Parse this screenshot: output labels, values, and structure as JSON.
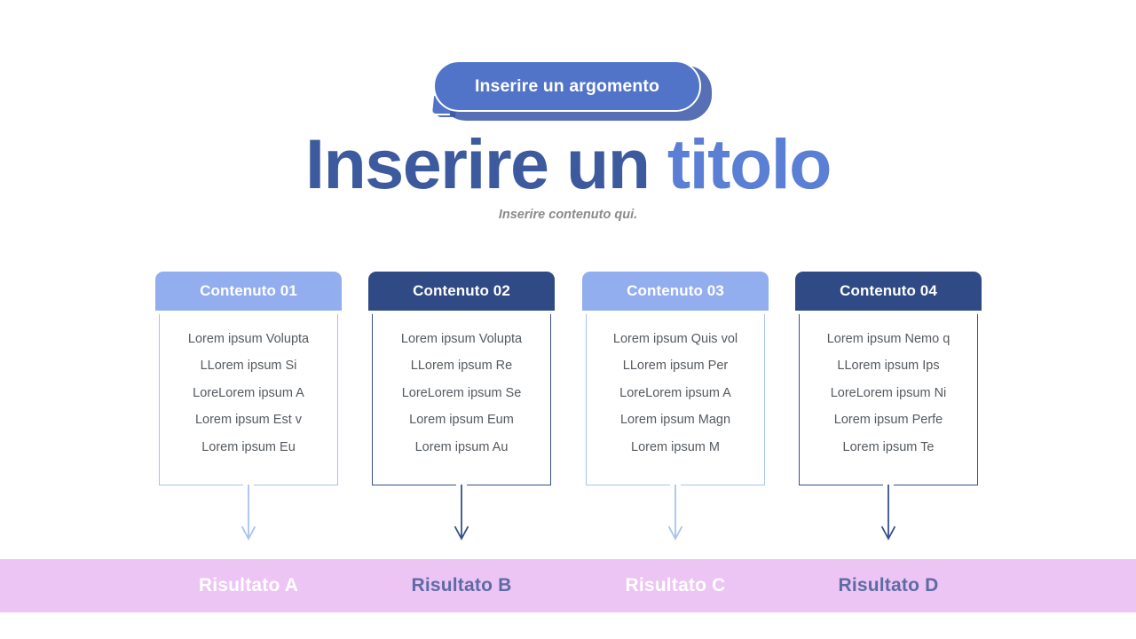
{
  "header": {
    "badge_label": "Inserire un argomento",
    "title_part1": "Inserire un ",
    "title_part2": "titolo",
    "subtitle": "Inserire contenuto qui."
  },
  "palette": {
    "badge_fill": "#5274c8",
    "badge_shadow": "#3a57a8",
    "title_dark": "#3d5a9e",
    "title_light": "#5a7fd4",
    "subtitle": "#8a8a8a",
    "head_light": "#93aeee",
    "head_dark": "#2f4a84",
    "border_light": "#a9c2ef",
    "border_dark": "#36508a",
    "arrow_light": "#a9c2ef",
    "arrow_dark": "#36508a",
    "results_bar": "#ecc5f4",
    "result_light_text": "#ffffff",
    "result_dark_text": "#5d6ba5",
    "body_text": "#555a5f"
  },
  "columns": [
    {
      "header": "Contenuto 01",
      "tone": "light",
      "lines": [
        "Lorem ipsum Volupta",
        "LLorem ipsum Si",
        "LoreLorem ipsum A",
        "Lorem ipsum Est v",
        "Lorem ipsum Eu"
      ],
      "result": "Risultato A",
      "result_tone": "light"
    },
    {
      "header": "Contenuto 02",
      "tone": "dark",
      "lines": [
        "Lorem ipsum Volupta",
        "LLorem ipsum Re",
        "LoreLorem ipsum Se",
        "Lorem ipsum Eum",
        "Lorem ipsum Au"
      ],
      "result": "Risultato B",
      "result_tone": "dark"
    },
    {
      "header": "Contenuto 03",
      "tone": "light",
      "lines": [
        "Lorem ipsum Quis vol",
        "LLorem ipsum Per",
        "LoreLorem ipsum A",
        "Lorem ipsum Magn",
        "Lorem ipsum M"
      ],
      "result": "Risultato C",
      "result_tone": "light"
    },
    {
      "header": "Contenuto 04",
      "tone": "dark",
      "lines": [
        "Lorem ipsum Nemo q",
        "LLorem ipsum Ips",
        "LoreLorem ipsum Ni",
        "Lorem ipsum Perfe",
        "Lorem ipsum Te"
      ],
      "result": "Risultato D",
      "result_tone": "dark"
    }
  ]
}
